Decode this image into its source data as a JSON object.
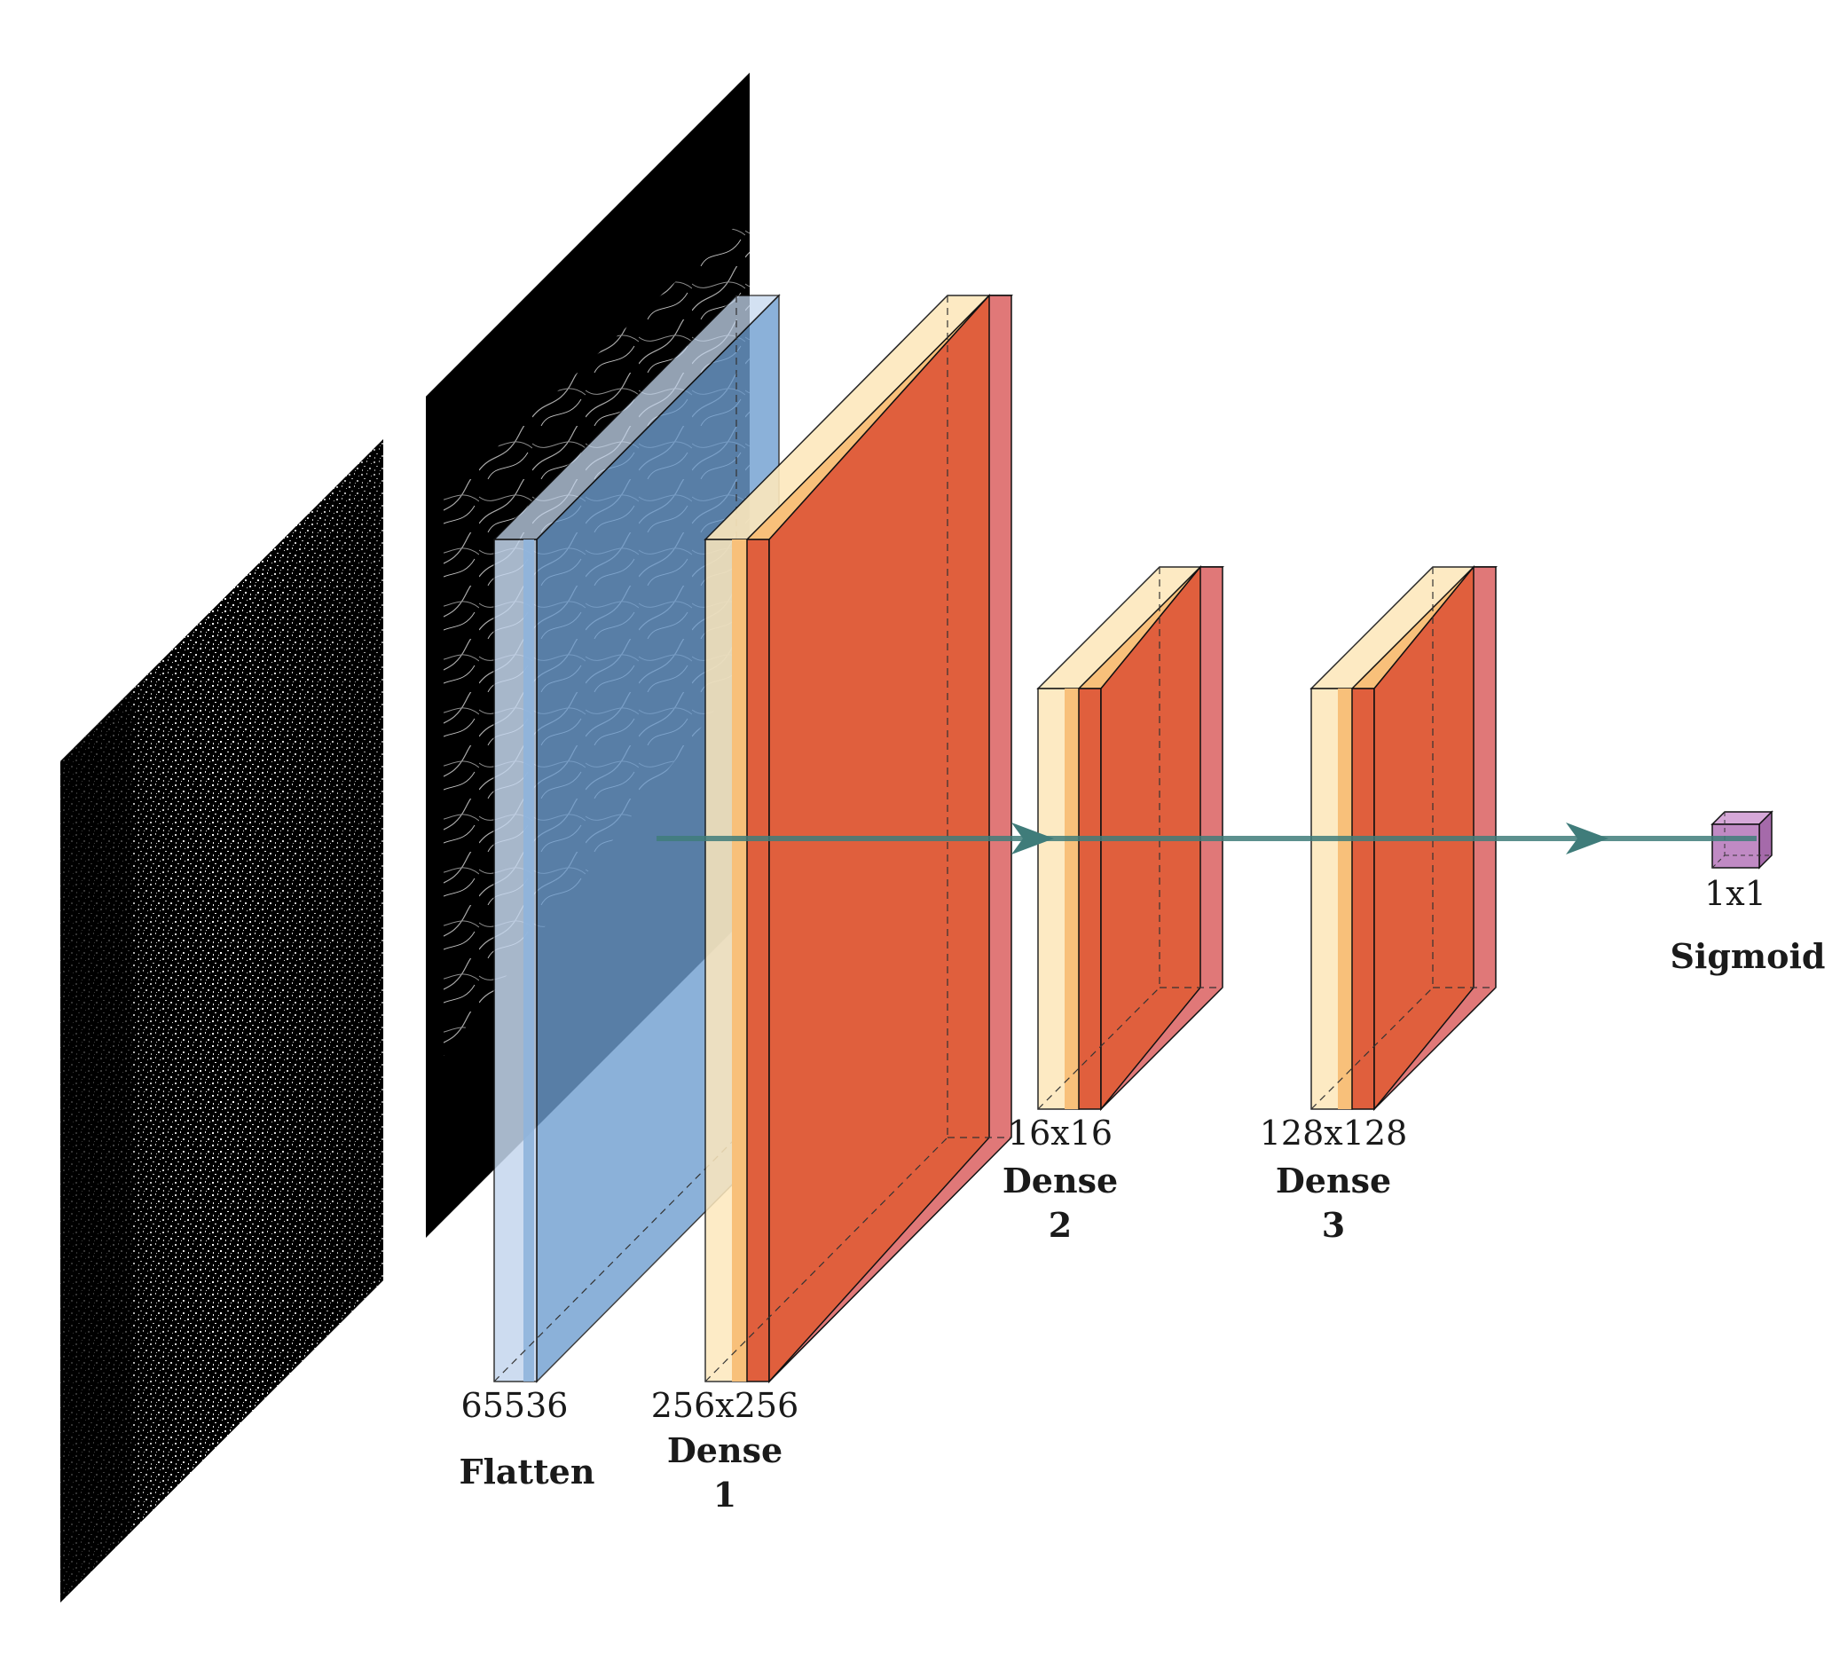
{
  "images": [
    {
      "name": "input-noisy-image"
    },
    {
      "name": "input-clean-image"
    }
  ],
  "layers": [
    {
      "id": "flatten",
      "size_label": "65536",
      "name_lines": [
        "Flatten"
      ],
      "colors": {
        "front": "#c5d7ee",
        "side": "#8fb4dc",
        "stripe": "#6f9ed0"
      }
    },
    {
      "id": "dense1",
      "size_label": "256x256",
      "name_lines": [
        "Dense",
        "1"
      ],
      "colors": {
        "front": "#fde8bd",
        "stripe": "#f8c07a",
        "body": "#e05f3d",
        "back": "#e07878"
      }
    },
    {
      "id": "dense2",
      "size_label": "16x16",
      "name_lines": [
        "Dense",
        "2"
      ],
      "colors": {
        "front": "#fde8bd",
        "stripe": "#f8c07a",
        "body": "#e05f3d",
        "back": "#e07878"
      }
    },
    {
      "id": "dense3",
      "size_label": "128x128",
      "name_lines": [
        "Dense",
        "3"
      ],
      "colors": {
        "front": "#fde8bd",
        "stripe": "#f8c07a",
        "body": "#e05f3d",
        "back": "#e07878"
      }
    },
    {
      "id": "sigmoid",
      "size_label": "1x1",
      "name_lines": [
        "Sigmoid"
      ],
      "colors": {
        "body": "#c08ac4"
      }
    }
  ],
  "arrow_color": "#3f7c7a"
}
